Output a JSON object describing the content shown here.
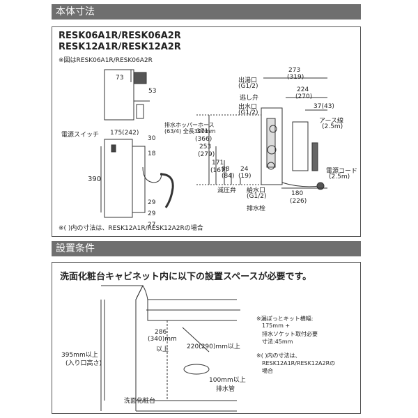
{
  "section1": {
    "header": "本体寸法",
    "models_line1": "RESK06A1R/RESK06A2R",
    "models_line2": "RESK12A1R/RESK12A2R",
    "figure_note": "※図はRESK06A1R/RESK06A2R",
    "footnote": "※(  )内の寸法は、RESK12A1R/RESK12A2Rの場合",
    "labels": {
      "power_switch": "電源スイッチ",
      "hose": "排水ホッパーホース",
      "hose_spec": "(63/4) 全長300mm",
      "hot_outlet": "出湯口",
      "hot_outlet_spec": "(G1/2)",
      "relief_valve": "逃し弁",
      "water_outlet": "出水口",
      "water_outlet_spec": "(G1/2)",
      "earth_wire": "アース線",
      "earth_len": "(2.5m)",
      "power_cord": "電源コード",
      "cord_len": "(2.5m)",
      "reducing_valve": "減圧弁",
      "water_inlet": "給水口",
      "water_inlet_spec": "(G1/2)",
      "drain_plug": "排水栓"
    },
    "dims": {
      "d73": "73",
      "d53": "53",
      "d175": "175(242)",
      "d30": "30",
      "d18": "18",
      "d390": "390",
      "d29a": "29",
      "d29b": "29",
      "d27": "27",
      "d371": "371",
      "d366": "(366)",
      "d253": "253",
      "d279": "(279)",
      "d171": "171",
      "d167": "(167)",
      "d24": "24",
      "d88": "88",
      "d84": "(84)",
      "d19": "(19)",
      "d273": "273",
      "d319": "(319)",
      "d224": "224",
      "d270": "(270)",
      "d37": "37(43)",
      "d180": "180",
      "d226": "(226)"
    }
  },
  "section2": {
    "header": "設置条件",
    "title": "洗面化粧台キャビネット内に以下の設置スペースが必要です。",
    "d286": "286",
    "d340": "(340)mm",
    "above": "以上",
    "d220": "220(290)mm以上",
    "d395": "395mm以上",
    "inner_height": "(入り口高さ)",
    "d100": "100mm以上",
    "drain_pipe": "排水管",
    "counter": "洗面化粧台",
    "note_line1": "※漏ぽっとキット横幅:",
    "note_line2": "175mm +",
    "note_line3": "排水ソケット取付必要",
    "note_line4": "寸法:45mm",
    "note_line5": "※(  )内の寸法は、",
    "note_line6": "RESK12A1R/RESK12A2Rの",
    "note_line7": "場合"
  }
}
